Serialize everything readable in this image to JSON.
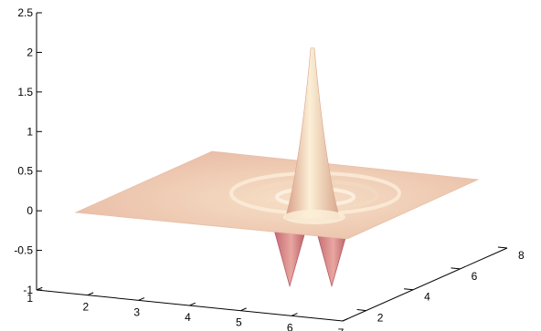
{
  "chart_data": {
    "type": "surface",
    "title": "",
    "xlabel": "",
    "ylabel": "",
    "zlabel": "",
    "xlim": [
      1,
      7
    ],
    "ylim": [
      1,
      8
    ],
    "zlim": [
      -1,
      2.5
    ],
    "x_ticks": [
      "1",
      "2",
      "3",
      "4",
      "5",
      "6",
      "7"
    ],
    "y_ticks": [
      "2",
      "4",
      "6",
      "8"
    ],
    "z_ticks": [
      "-1",
      "-0.5",
      "0",
      "0.5",
      "1",
      "1.5",
      "2",
      "2.5"
    ],
    "grid": false,
    "colors": {
      "surface_light": "#f7e2c4",
      "surface_dark": "#c97878",
      "axis": "#000000"
    },
    "features": [
      {
        "kind": "peak",
        "x": 5.0,
        "y": 5.4,
        "z": 2.1
      },
      {
        "kind": "trough",
        "x": 4.7,
        "y": 3.0,
        "z": -0.95
      },
      {
        "kind": "trough",
        "x": 5.9,
        "y": 3.0,
        "z": -0.95
      }
    ]
  }
}
